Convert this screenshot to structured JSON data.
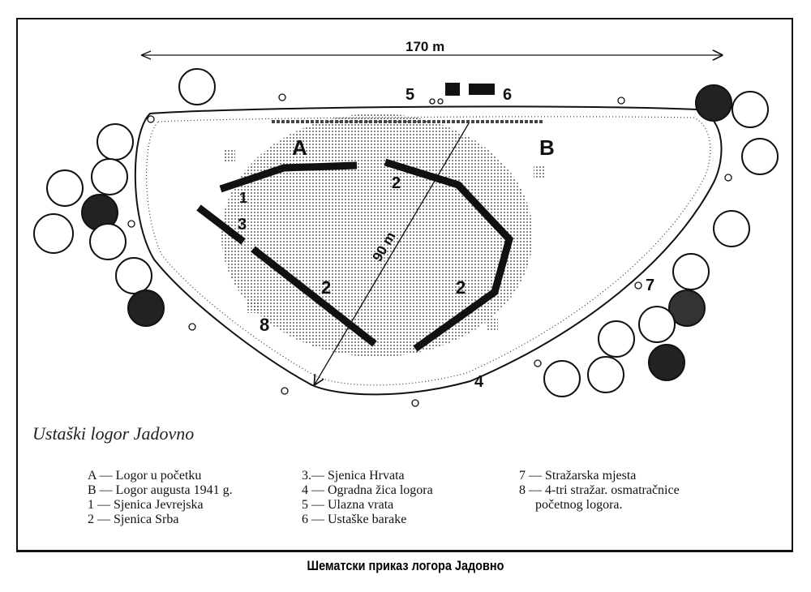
{
  "diagram": {
    "width_label": "170 m",
    "diag_label": "90 m",
    "labels": {
      "A": "A",
      "B": "B",
      "one": "1",
      "two_a": "2",
      "two_b": "2",
      "two_c": "2",
      "three": "3",
      "four": "4",
      "five": "5",
      "six": "6",
      "seven": "7",
      "eight": "8"
    }
  },
  "title": "Ustaški logor Jadovno",
  "legend": {
    "col1": [
      "A — Logor u početku",
      "B — Logor augusta 1941 g.",
      "1 — Sjenica Jevrejska",
      "2 — Sjenica Srba"
    ],
    "col2": [
      "3.— Sjenica Hrvata",
      "4 — Ogradna žica logora",
      "5 — Ulazna vrata",
      "6 — Ustaške barake"
    ],
    "col3": [
      "7 — Stražarska mjesta",
      "8 — 4-tri stražar. osmatračnice",
      "     početnog logora."
    ]
  },
  "caption": "Шематски приказ логора Јадовно"
}
